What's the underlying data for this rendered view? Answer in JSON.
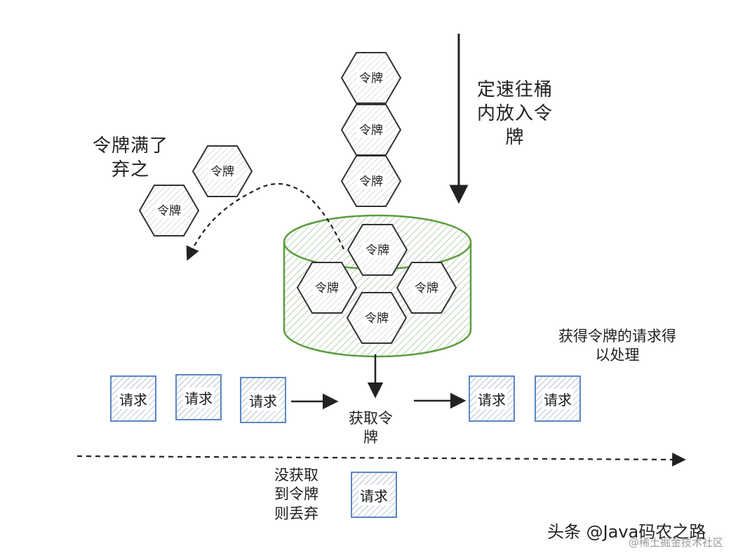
{
  "token_label": "令牌",
  "request_label": "请求",
  "labels": {
    "fill_rate": "定速往桶内放入令牌",
    "fill_rate_lines": [
      "定速往桶",
      "内放入令",
      "牌"
    ],
    "full_discard_lines": [
      "令牌满了",
      "弃之"
    ],
    "acquire_lines": [
      "获取令",
      "牌"
    ],
    "processed_lines": [
      "获得令牌的请求得",
      "以处理"
    ],
    "dropped_lines": [
      "没获取",
      "到令牌",
      "则丢弃"
    ]
  },
  "watermark": {
    "primary": "头条 @Java码农之路",
    "secondary": "@稀土掘金技术社区"
  },
  "colors": {
    "bucket": "#5a9e3c",
    "request_border": "#5b86c6",
    "token_border": "#333333",
    "arrow": "#222222"
  }
}
